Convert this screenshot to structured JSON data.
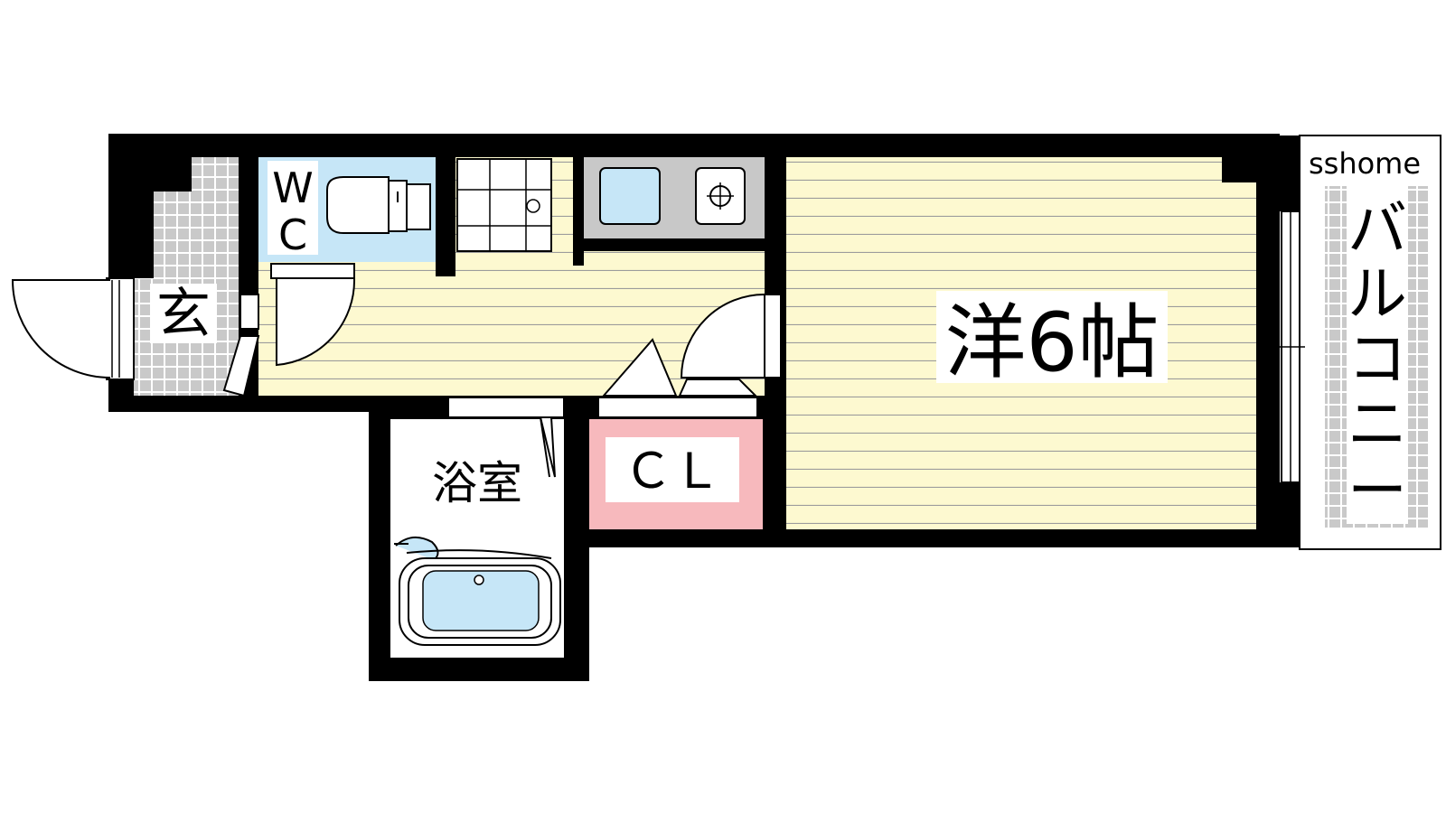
{
  "labels": {
    "watermark": "sshome",
    "wc_line1": "W",
    "wc_line2": "C",
    "entrance": "玄",
    "bath": "浴室",
    "closet": "ＣＬ",
    "western_room": "洋6帖",
    "balcony": [
      "バ",
      "ル",
      "コ",
      "ニ",
      "ー"
    ]
  },
  "colors": {
    "wall": "#000000",
    "floor_wood": "#fdf9d0",
    "floor_line": "#a9a9a9",
    "tile": "#cfcfcf",
    "water_blue": "#c6e6f7",
    "closet_pink": "#f7b9bd",
    "kitchen_gray": "#c8c8c8",
    "background": "#ffffff"
  }
}
